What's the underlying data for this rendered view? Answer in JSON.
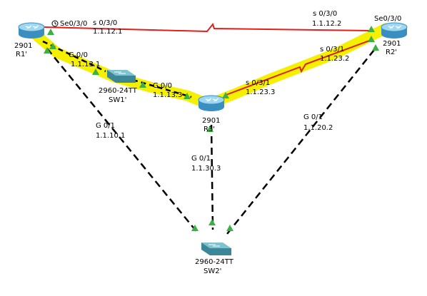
{
  "colors": {
    "highlight": "#f5ef00",
    "serial": "#e0201e",
    "ethernet": "#000000",
    "link_up": "#3cb043",
    "router_top": "#9fd6f0",
    "router_side": "#3a8fc0",
    "switch_top": "#7ec3cf",
    "switch_side": "#3b8797"
  },
  "devices": [
    {
      "id": "r1",
      "model": "2901",
      "name": "R1'",
      "icon": "router-icon"
    },
    {
      "id": "r2",
      "model": "2901",
      "name": "R2'",
      "icon": "router-icon"
    },
    {
      "id": "r3",
      "model": "2901",
      "name": "R3'",
      "icon": "router-icon"
    },
    {
      "id": "sw1",
      "model": "2960-24TT",
      "name": "SW1'",
      "icon": "switch-icon"
    },
    {
      "id": "sw2",
      "model": "2960-24TT",
      "name": "SW2'",
      "icon": "switch-icon"
    }
  ],
  "links": [
    {
      "id": "r1-r2",
      "type": "serial",
      "from": "r1",
      "to": "r2"
    },
    {
      "id": "r2-r3",
      "type": "serial",
      "from": "r2",
      "to": "r3"
    },
    {
      "id": "r1-sw1",
      "type": "ethernet",
      "from": "r1",
      "to": "sw1"
    },
    {
      "id": "sw1-r3",
      "type": "ethernet",
      "from": "sw1",
      "to": "r3"
    },
    {
      "id": "r1-sw2",
      "type": "ethernet",
      "from": "r1",
      "to": "sw2"
    },
    {
      "id": "r3-sw2",
      "type": "ethernet",
      "from": "r3",
      "to": "sw2"
    },
    {
      "id": "r2-sw2",
      "type": "ethernet",
      "from": "r2",
      "to": "sw2"
    }
  ],
  "interface_labels": {
    "r1_se030_clock": "Se0/3/0",
    "r1_s030": "s 0/3/0",
    "r1_s030_ip": "1.1.12.1",
    "r2_s030": "s 0/3/0",
    "r2_s030_ip": "1.1.12.2",
    "r2_se030": "Se0/3/0",
    "r2_s031": "s 0/3/1",
    "r2_s031_ip": "1.1.23.2",
    "r1_g00": "G 0/0",
    "r1_g00_ip": "1.1.13.1",
    "r3_g00": "G 0/0",
    "r3_g00_ip": "1.1.13.3",
    "r3_s031": "s 0/3/1",
    "r3_s031_ip": "1.1.23.3",
    "r1_g01": "G 0/1",
    "r1_g01_ip": "1.1.10.1",
    "r3_g01": "G 0/1",
    "r3_g01_ip": "1.1.30.3",
    "r2_g01": "G 0/1",
    "r2_g01_ip": "1.1.20.2"
  }
}
